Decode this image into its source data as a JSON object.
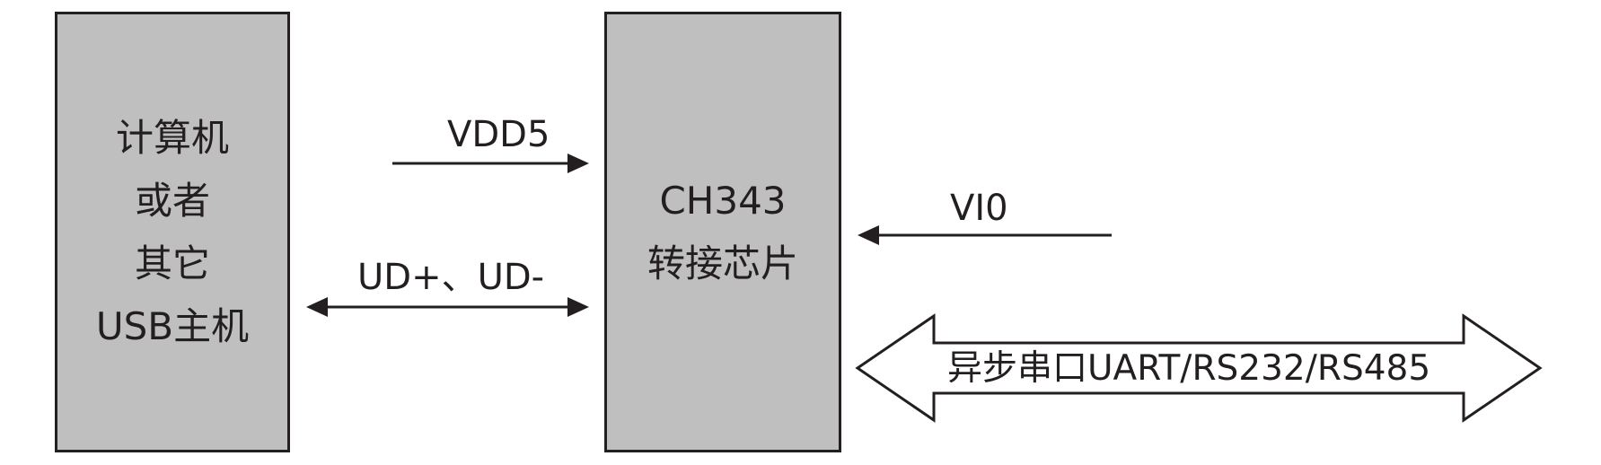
{
  "host_block": {
    "lines": [
      "计算机",
      "或者",
      "其它",
      "USB主机"
    ]
  },
  "chip_block": {
    "lines": [
      "CH343",
      "转接芯片"
    ]
  },
  "signals": {
    "vdd5": "VDD5",
    "ud": "UD+、UD-",
    "vio": "VI0",
    "uart": "异步串口UART/RS232/RS485"
  },
  "colors": {
    "block_fill": "#c0bfbf",
    "stroke": "#231f20",
    "background": "#ffffff"
  }
}
